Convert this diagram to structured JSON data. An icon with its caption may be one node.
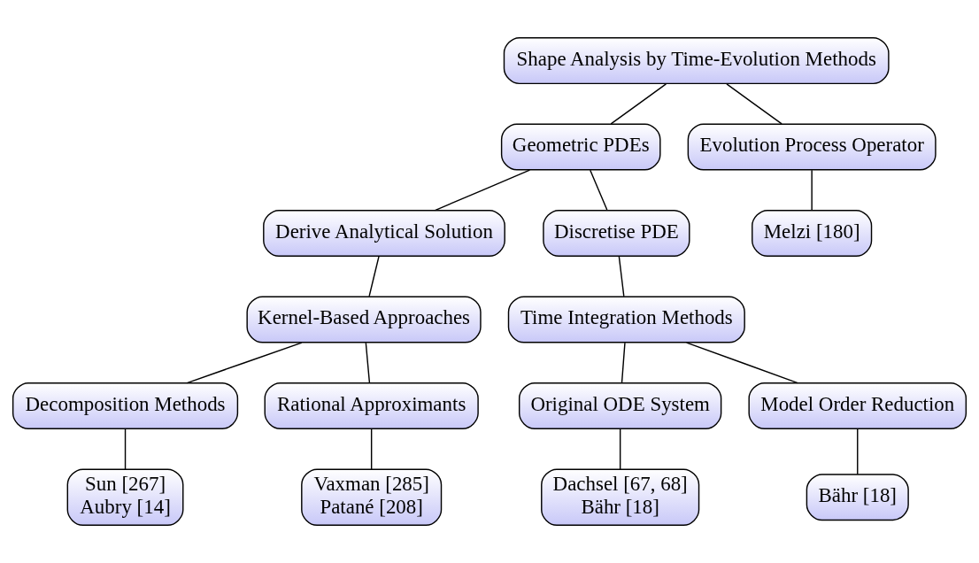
{
  "diagram": {
    "nodes": [
      {
        "text": [
          "Shape Analysis by Time-Evolution Methods"
        ]
      },
      {
        "text": [
          "Geometric PDEs"
        ]
      },
      {
        "text": [
          "Evolution Process Operator"
        ]
      },
      {
        "text": [
          "Derive Analytical Solution"
        ]
      },
      {
        "text": [
          "Discretise PDE"
        ]
      },
      {
        "text": [
          "Melzi [180]"
        ]
      },
      {
        "text": [
          "Kernel-Based Approaches"
        ]
      },
      {
        "text": [
          "Time Integration Methods"
        ]
      },
      {
        "text": [
          "Decomposition Methods"
        ]
      },
      {
        "text": [
          "Rational Approximants"
        ]
      },
      {
        "text": [
          "Original ODE System"
        ]
      },
      {
        "text": [
          "Model Order Reduction"
        ]
      },
      {
        "text": [
          "Sun [267]",
          "Aubry [14]"
        ]
      },
      {
        "text": [
          "Vaxman [285]",
          "Patané [208]"
        ]
      },
      {
        "text": [
          "Dachsel [67, 68]",
          "Bähr [18]"
        ]
      },
      {
        "text": [
          "Bähr [18]"
        ]
      }
    ],
    "edges": [
      {
        "from": 0,
        "to": 1,
        "arrow": "none"
      },
      {
        "from": 0,
        "to": 2,
        "arrow": "none"
      },
      {
        "from": 1,
        "to": 3,
        "arrow": "none"
      },
      {
        "from": 1,
        "to": 4,
        "arrow": "none"
      },
      {
        "from": 2,
        "to": 5,
        "arrow": "none"
      },
      {
        "from": 3,
        "to": 6,
        "arrow": "none"
      },
      {
        "from": 4,
        "to": 7,
        "arrow": "none"
      },
      {
        "from": 6,
        "to": 8,
        "arrow": "none"
      },
      {
        "from": 6,
        "to": 9,
        "arrow": "none"
      },
      {
        "from": 7,
        "to": 10,
        "arrow": "none"
      },
      {
        "from": 7,
        "to": 11,
        "arrow": "none"
      },
      {
        "from": 8,
        "to": 12,
        "arrow": "none"
      },
      {
        "from": 9,
        "to": 13,
        "arrow": "none"
      },
      {
        "from": 10,
        "to": 14,
        "arrow": "none"
      },
      {
        "from": 11,
        "to": 15,
        "arrow": "none"
      }
    ]
  }
}
